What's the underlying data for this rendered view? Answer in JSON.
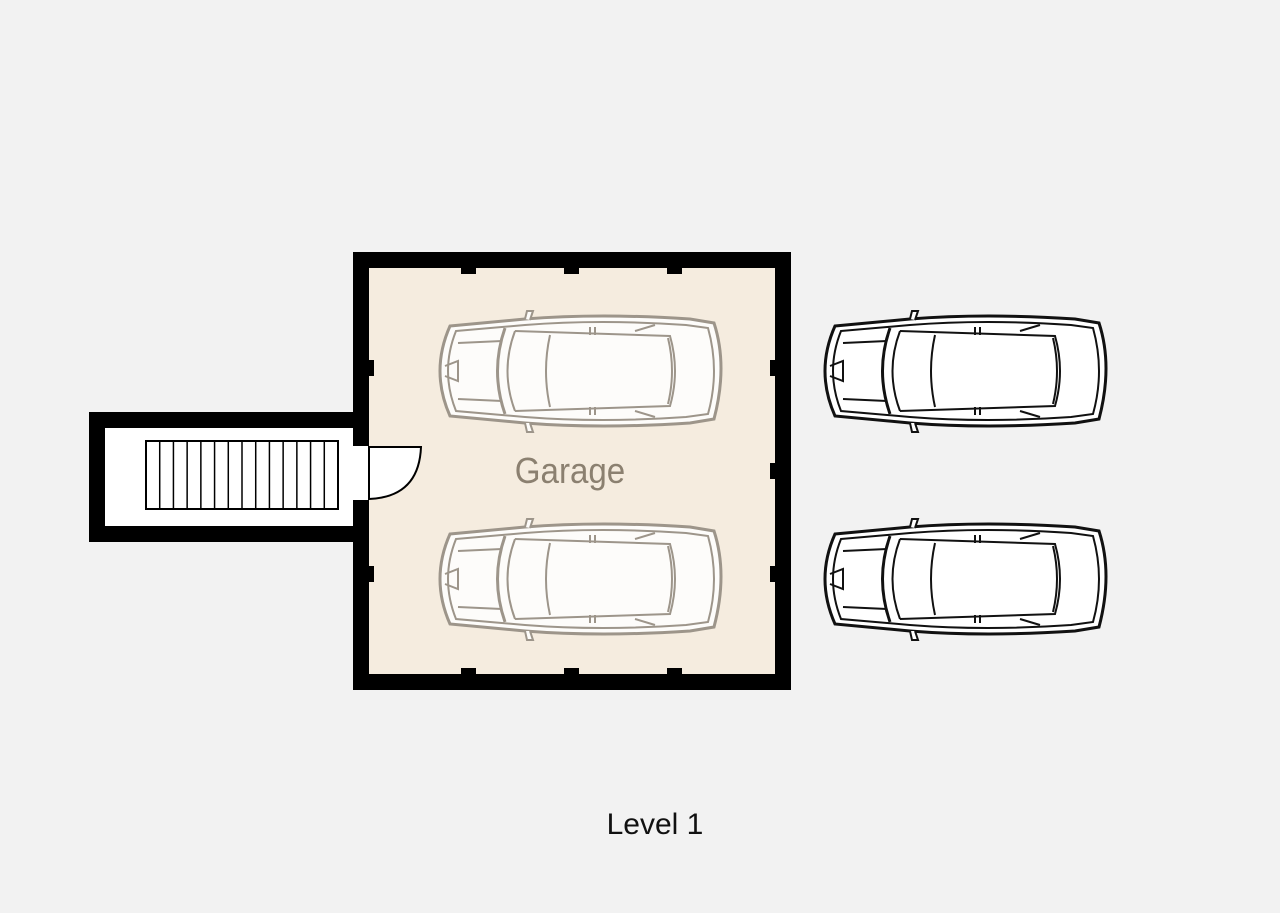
{
  "plan": {
    "level_label": "Level 1",
    "rooms": [
      {
        "name": "Garage"
      }
    ],
    "stair_treads": 14,
    "garage_cars": 2,
    "driveway_cars": 2
  },
  "colors": {
    "background": "#f2f2f2",
    "wall": "#000000",
    "garage_floor": "#f5ecdf",
    "garage_car_stroke": "#8e877c",
    "driveway_car_stroke": "#111111",
    "room_label": "#8b8070"
  }
}
